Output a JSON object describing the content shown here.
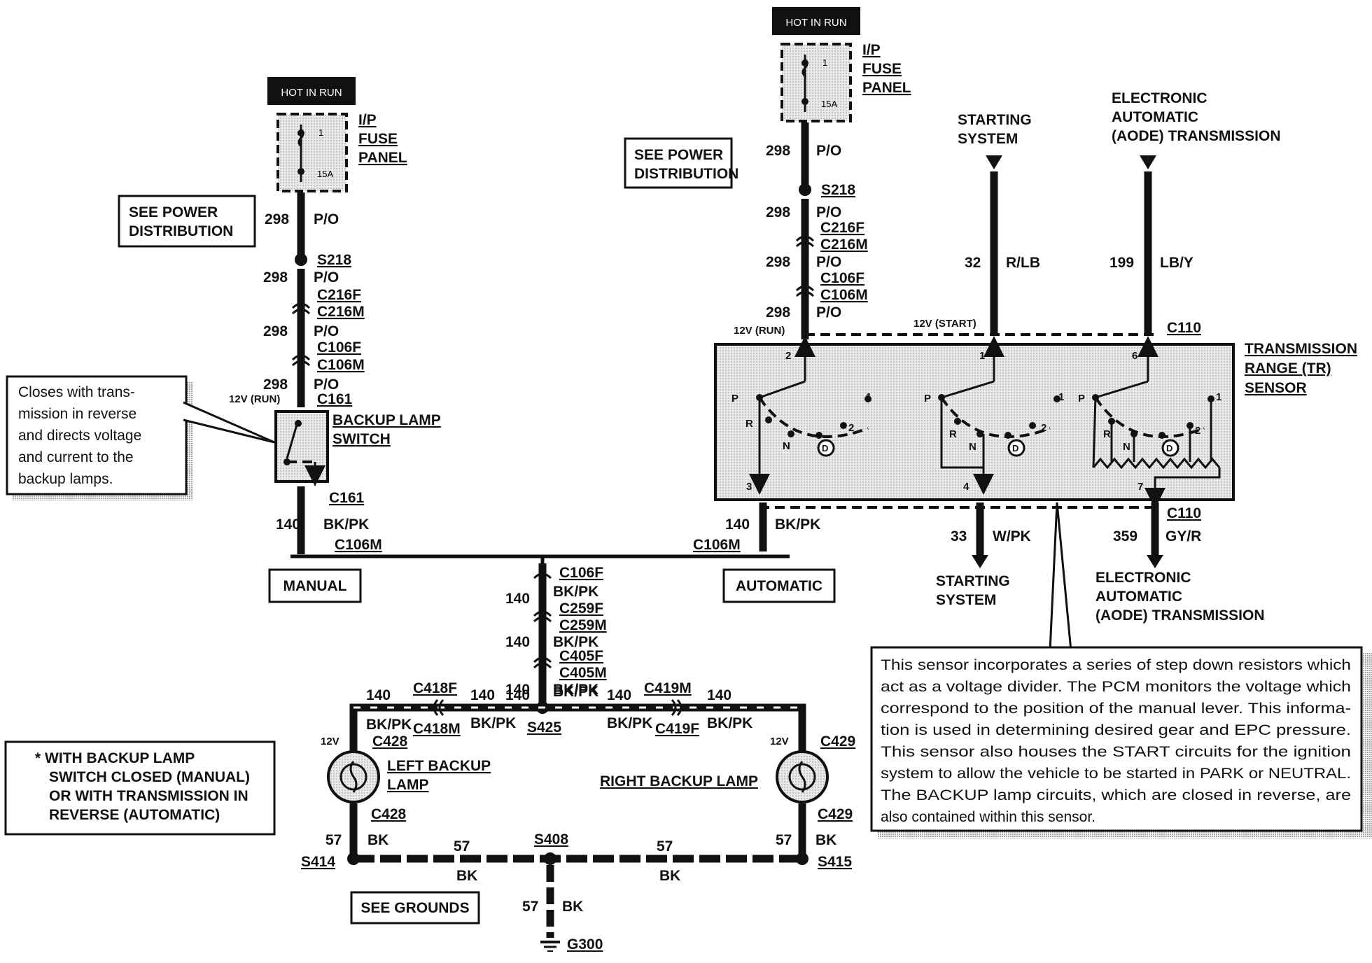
{
  "left": {
    "hot": "HOT IN RUN",
    "fuse_panel": [
      "I/P",
      "FUSE",
      "PANEL"
    ],
    "fuse_num": "1",
    "fuse_amp": "15A",
    "see_power": [
      "SEE POWER",
      "DISTRIBUTION"
    ],
    "circuit": "298",
    "color": "P/O",
    "splice": "S218",
    "c216f": "C216F",
    "c216m": "C216M",
    "c106f": "C106F",
    "c106m": "C106M",
    "v12run": "12V (RUN)",
    "c161": "C161",
    "switch": [
      "BACKUP LAMP",
      "SWITCH"
    ],
    "callout": [
      "Closes with trans-",
      "mission in reverse",
      "and directs voltage",
      "and current to the",
      "backup lamps."
    ],
    "c140": "140",
    "bkpk": "BK/PK",
    "manual": "MANUAL"
  },
  "right": {
    "hot": "HOT IN RUN",
    "fuse_panel": [
      "I/P",
      "FUSE",
      "PANEL"
    ],
    "fuse_num": "1",
    "fuse_amp": "15A",
    "see_power": [
      "SEE POWER",
      "DISTRIBUTION"
    ],
    "starting_system": [
      "STARTING",
      "SYSTEM"
    ],
    "eaat": [
      "ELECTRONIC",
      "AUTOMATIC",
      "(AODE) TRANSMISSION"
    ],
    "c32": "32",
    "rlb": "R/LB",
    "c199": "199",
    "lby": "LB/Y",
    "v12run": "12V (RUN)",
    "v12start": "12V (START)",
    "c110": "C110",
    "tr_sensor": [
      "TRANSMISSION",
      "RANGE (TR)",
      "SENSOR"
    ],
    "pin2": "2",
    "pin1": "1",
    "pin6": "6",
    "pin3": "3",
    "pin4": "4",
    "pin7": "7",
    "pos": [
      "P",
      "R",
      "N",
      "D",
      "2",
      "1"
    ],
    "c33": "33",
    "wpk": "W/PK",
    "c359": "359",
    "gyr": "GY/R",
    "starting_system_out": [
      "STARTING",
      "SYSTEM"
    ],
    "eaat_out": [
      "ELECTRONIC",
      "AUTOMATIC",
      "(AODE) TRANSMISSION"
    ],
    "automatic": "AUTOMATIC",
    "sensor_note": [
      "This sensor incorporates a series of step down resistors which",
      "act as a voltage divider. The PCM monitors the voltage which",
      "correspond to the position of the manual lever. This informa-",
      "tion is used in determining desired gear and EPC pressure.",
      "This sensor also houses the START circuits for the ignition",
      "system to allow the vehicle to be started in PARK or NEUTRAL.",
      "The BACKUP lamp circuits, which are closed in reverse, are",
      "also contained within this sensor."
    ]
  },
  "center": {
    "c106f": "C106F",
    "c259f": "C259F",
    "c259m": "C259M",
    "c405f": "C405F",
    "c405m": "C405M",
    "c140": "140",
    "bkpk": "BK/PK",
    "s425": "S425",
    "c418f": "C418F",
    "c418m": "C418M",
    "c419m": "C419M",
    "c419f": "C419F",
    "c428": "C428",
    "c429": "C429",
    "v12": "12V",
    "left_lamp": [
      "LEFT BACKUP",
      "LAMP"
    ],
    "right_lamp": "RIGHT BACKUP LAMP",
    "c57": "57",
    "bk": "BK",
    "s414": "S414",
    "s408": "S408",
    "s415": "S415",
    "see_grounds": "SEE GROUNDS",
    "g300": "G300",
    "footnote": [
      "* WITH BACKUP LAMP",
      "SWITCH CLOSED (MANUAL)",
      "OR WITH TRANSMISSION IN",
      "REVERSE (AUTOMATIC)"
    ]
  }
}
